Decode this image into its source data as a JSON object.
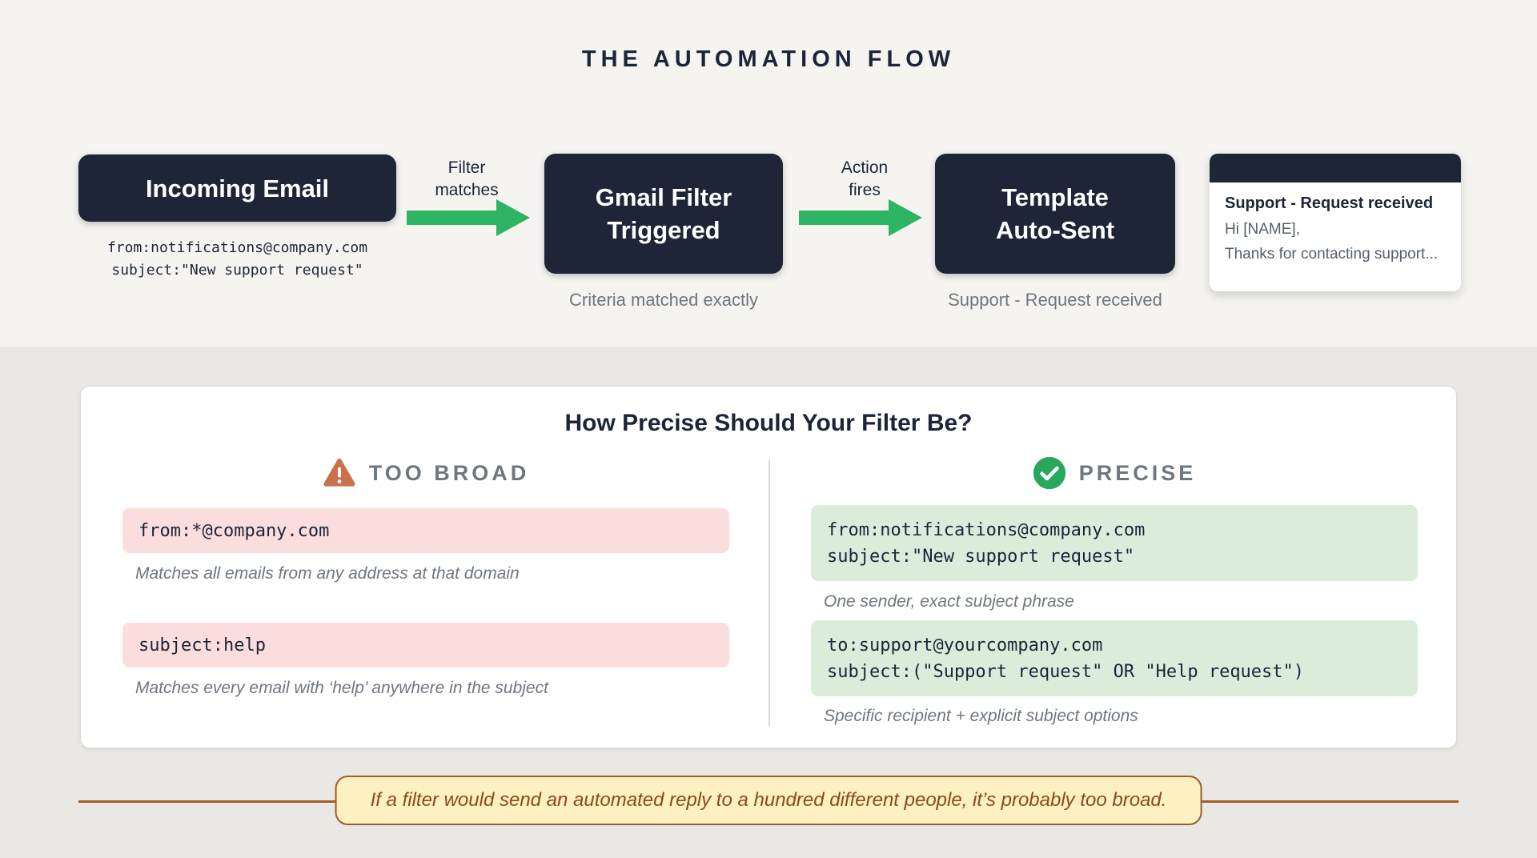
{
  "flow": {
    "title": "THE AUTOMATION FLOW",
    "step1": {
      "label": "Incoming Email",
      "detail": "from:notifications@company.com\nsubject:\"New support request\""
    },
    "arrow1": {
      "label": "Filter\nmatches"
    },
    "step2": {
      "label": "Gmail Filter\nTriggered",
      "caption": "Criteria matched exactly"
    },
    "arrow2": {
      "label": "Action\nfires"
    },
    "step3": {
      "label": "Template\nAuto-Sent",
      "caption": "Support - Request received"
    },
    "email_preview": {
      "subject": "Support - Request received",
      "greeting": "Hi [NAME],",
      "body": "Thanks for contacting support..."
    }
  },
  "comparison": {
    "heading": "How Precise Should Your Filter Be?",
    "too_broad": {
      "label": "TOO BROAD",
      "examples": [
        {
          "code": "from:*@company.com",
          "caption": "Matches all emails from any address at that domain"
        },
        {
          "code": "subject:help",
          "caption": "Matches every email with ‘help’ anywhere in the subject"
        }
      ]
    },
    "precise": {
      "label": "PRECISE",
      "examples": [
        {
          "code": "from:notifications@company.com\nsubject:\"New support request\"",
          "caption": "One sender, exact subject phrase"
        },
        {
          "code": "to:support@yourcompany.com\nsubject:(\"Support request\" OR \"Help request\")",
          "caption": "Specific recipient + explicit subject options"
        }
      ]
    }
  },
  "note": {
    "text": "If a filter would send an automated reply to a hundred different people, it’s probably too broad."
  },
  "colors": {
    "navy": "#1e2537",
    "arrow_green": "#2db563",
    "warning_orange": "#c9714b",
    "check_green": "#27a85c",
    "pink_bg": "#fbdddd",
    "green_bg": "#dcecdb",
    "note_bg": "#fdf0c1",
    "note_border": "#9c5d28"
  }
}
